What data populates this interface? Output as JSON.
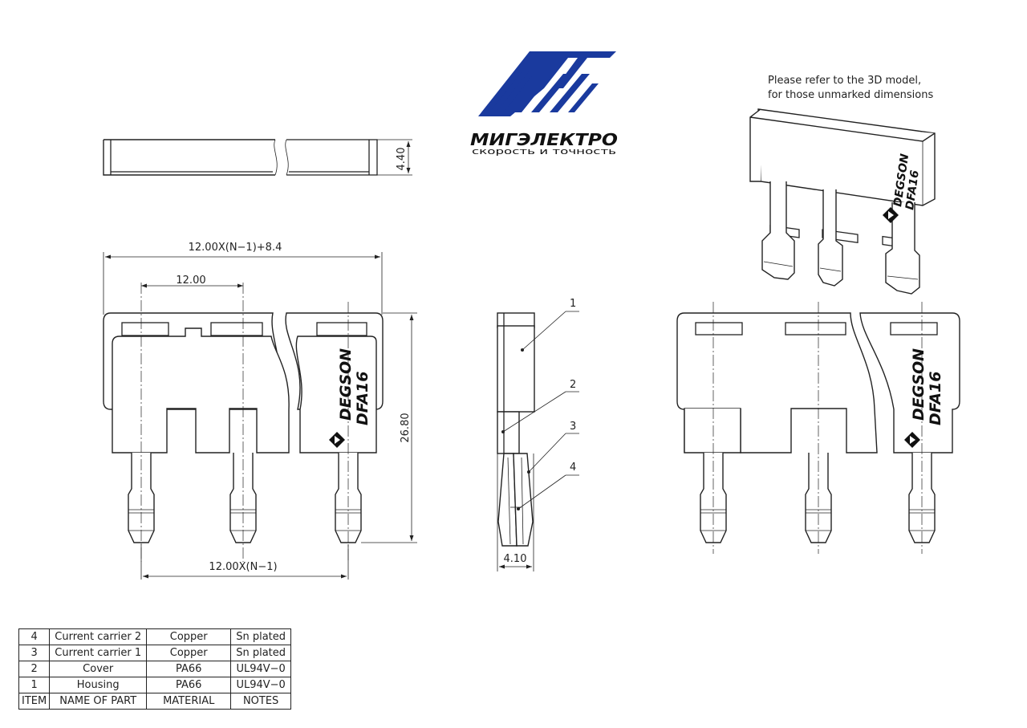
{
  "logo": {
    "company": "МИГЭЛЕКТРО",
    "slogan": "скорость и точность",
    "color": "#1a3a9e"
  },
  "note": {
    "line1": "Please refer to the 3D model,",
    "line2": "for those unmarked dimensions"
  },
  "dimensions": {
    "top_height": "4.40",
    "overall_width": "12.00X(N−1)+8.4",
    "pitch": "12.00",
    "overall_height": "26.80",
    "pin_span": "12.00X(N−1)",
    "side_width": "4.10"
  },
  "marking": {
    "brand": "DEGSON",
    "model": "DFA16"
  },
  "callouts": [
    "1",
    "2",
    "3",
    "4"
  ],
  "bom": {
    "rows": [
      {
        "item": "4",
        "name": "Current carrier 2",
        "material": "Copper",
        "notes": "Sn plated"
      },
      {
        "item": "3",
        "name": "Current carrier 1",
        "material": "Copper",
        "notes": "Sn plated"
      },
      {
        "item": "2",
        "name": "Cover",
        "material": "PA66",
        "notes": "UL94V−0"
      },
      {
        "item": "1",
        "name": "Housing",
        "material": "PA66",
        "notes": "UL94V−0"
      }
    ],
    "header": {
      "item": "ITEM",
      "name": "NAME OF PART",
      "material": "MATERIAL",
      "notes": "NOTES"
    }
  }
}
